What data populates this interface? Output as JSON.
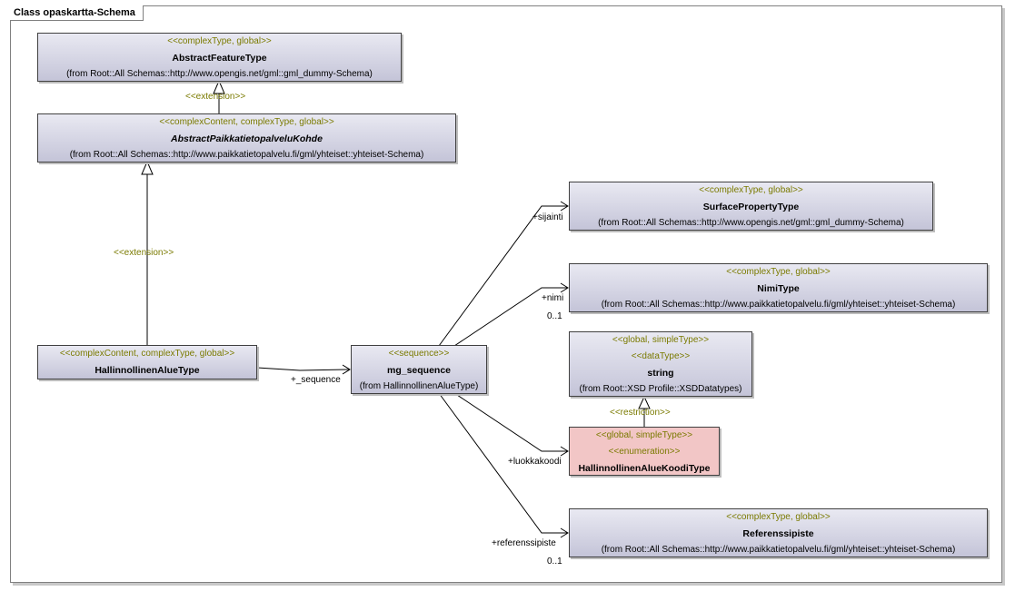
{
  "frame": {
    "title": "Class opaskartta-Schema"
  },
  "classes": {
    "abstract_feature": {
      "stereotype": "<<complexType, global>>",
      "name": "AbstractFeatureType",
      "from": "(from Root::All Schemas::http://www.opengis.net/gml::gml_dummy-Schema)"
    },
    "abstract_paikka": {
      "stereotype": "<<complexContent, complexType, global>>",
      "name": "AbstractPaikkatietopalveluKohde",
      "from": "(from Root::All Schemas::http://www.paikkatietopalvelu.fi/gml/yhteiset::yhteiset-Schema)"
    },
    "hallinnollinen": {
      "stereotype": "<<complexContent, complexType, global>>",
      "name": "HallinnollinenAlueType"
    },
    "mg_sequence": {
      "stereotype": "<<sequence>>",
      "name": "mg_sequence",
      "from": "(from HallinnollinenAlueType)"
    },
    "surface": {
      "stereotype": "<<complexType, global>>",
      "name": "SurfacePropertyType",
      "from": "(from Root::All Schemas::http://www.opengis.net/gml::gml_dummy-Schema)"
    },
    "nimi": {
      "stereotype": "<<complexType, global>>",
      "name": "NimiType",
      "from": "(from Root::All Schemas::http://www.paikkatietopalvelu.fi/gml/yhteiset::yhteiset-Schema)"
    },
    "string": {
      "stereotype": "<<global, simpleType>>",
      "stereotype2": "<<dataType>>",
      "name": "string",
      "from": "(from Root::XSD Profile::XSDDatatypes)"
    },
    "koodi": {
      "stereotype": "<<global, simpleType>>",
      "stereotype2": "<<enumeration>>",
      "name": "HallinnollinenAlueKoodiType",
      "fill": "#f2c6c6"
    },
    "referenssi": {
      "stereotype": "<<complexType, global>>",
      "name": "Referenssipiste",
      "from": "(from Root::All Schemas::http://www.paikkatietopalvelu.fi/gml/yhteiset::yhteiset-Schema)"
    }
  },
  "links": {
    "ext1": "<<extension>>",
    "ext2": "<<extension>>",
    "restriction": "<<restriction>>",
    "sequence_role": "+_sequence",
    "sijainti_role": "+sijainti",
    "nimi_role": "+nimi",
    "nimi_mult": "0..1",
    "luokkakoodi_role": "+luokkakoodi",
    "referenssi_role": "+referenssipiste",
    "referenssi_mult": "0..1"
  }
}
